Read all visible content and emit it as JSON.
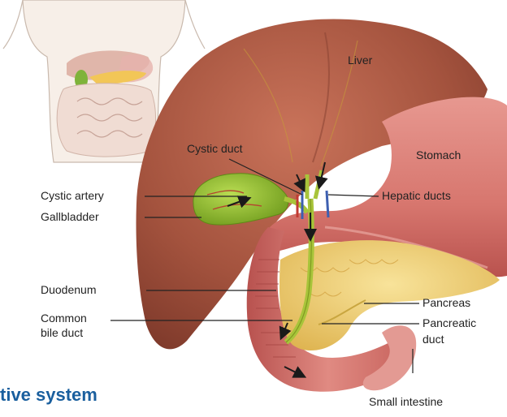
{
  "labels": {
    "liver": "Liver",
    "cystic_duct": "Cystic duct",
    "stomach": "Stomach",
    "cystic_artery": "Cystic artery",
    "hepatic_ducts": "Hepatic ducts",
    "gallbladder": "Gallbladder",
    "duodenum": "Duodenum",
    "pancreas": "Pancreas",
    "common_bile_duct_line1": "Common",
    "common_bile_duct_line2": "bile duct",
    "pancreatic_duct_line1": "Pancreatic",
    "pancreatic_duct_line2": "duct",
    "small_intestine": "Small intestine"
  },
  "heading": "tive system",
  "colors": {
    "liver": "#a2513c",
    "stomach": "#d98079",
    "gallbladder": "#8dbb2c",
    "bile_duct": "#a8c43a",
    "pancreas": "#f0cf72",
    "duodenum": "#d66e67",
    "heading": "#1a5f9e"
  }
}
